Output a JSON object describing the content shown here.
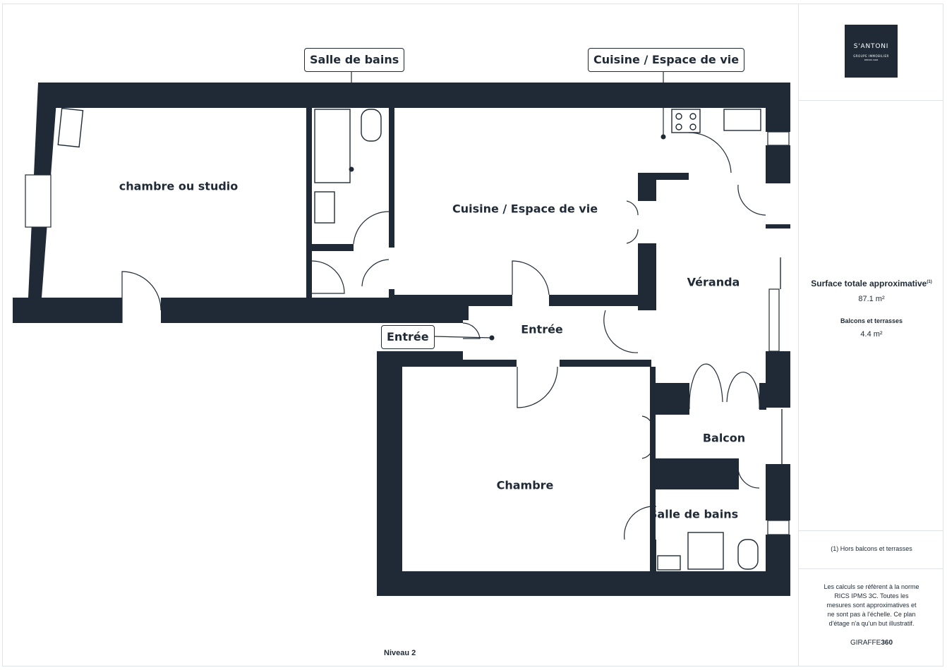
{
  "rooms": {
    "chambre_studio": "chambre ou studio",
    "cuisine": "Cuisine / Espace de vie",
    "veranda": "Véranda",
    "entree": "Entrée",
    "chambre": "Chambre",
    "balcon": "Balcon",
    "salle_de_bains_2": "Salle de bains"
  },
  "callouts": {
    "salle_de_bains": "Salle de bains",
    "cuisine": "Cuisine / Espace de vie",
    "entree": "Entrée"
  },
  "level": "Niveau 2",
  "brand": {
    "name": "S'ANTONI",
    "subtitle": "GROUPE IMMOBILIER",
    "since": "DEPUIS 1906"
  },
  "summary": {
    "total_label": "Surface totale approximative",
    "total_note": "(1)",
    "total_value": "87.1 m²",
    "balcony_label": "Balcons et terrasses",
    "balcony_value": "4.4 m²",
    "footnote": "(1) Hors balcons et terrasses",
    "disclaimer": "Les calculs se réfèrent à la norme RICS IPMS 3C. Toutes les mesures sont approximatives et ne sont pas à l'échelle. Ce plan d'étage n'a qu'un but illustratif.",
    "footer_brand_a": "GIRAFFE",
    "footer_brand_b": "360"
  },
  "colors": {
    "wall": "#1f2a36",
    "frame": "#dfe3e7"
  }
}
